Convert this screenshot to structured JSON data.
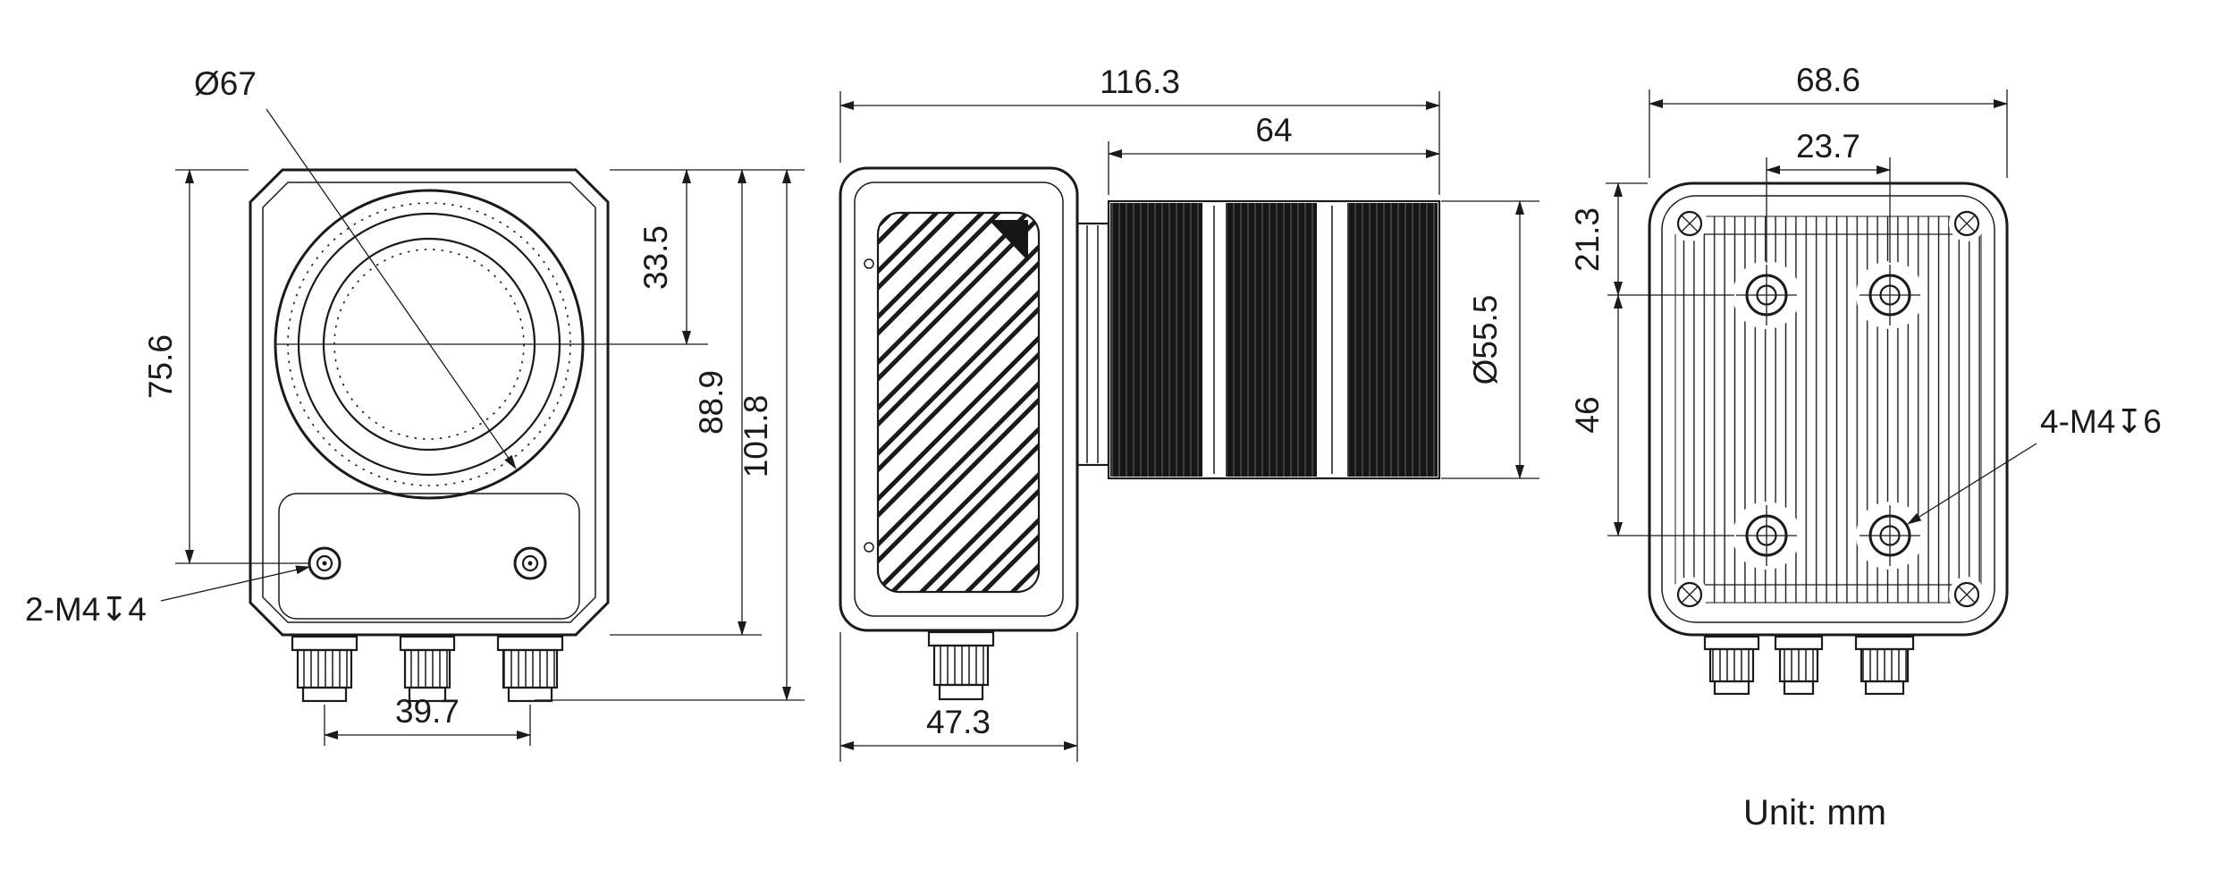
{
  "drawing": {
    "unit_label": "Unit: mm",
    "views": {
      "front": {
        "name": "front-view",
        "dims": {
          "lens_diameter": "Ø67",
          "center_height": "75.6",
          "top_to_center": "33.5",
          "body_height": "88.9",
          "overall_height": "101.8",
          "screw_callout": "2-M4↧4",
          "screw_spacing": "39.7"
        }
      },
      "side": {
        "name": "side-view",
        "dims": {
          "overall_length": "116.3",
          "lens_length": "64",
          "lens_diameter": "Ø55.5",
          "body_depth": "47.3"
        }
      },
      "back": {
        "name": "back-view",
        "dims": {
          "body_width": "68.6",
          "hole_spacing_horizontal": "23.7",
          "top_to_hole": "21.3",
          "hole_spacing_vertical": "46",
          "screw_callout": "4-M4↧6"
        }
      }
    }
  }
}
